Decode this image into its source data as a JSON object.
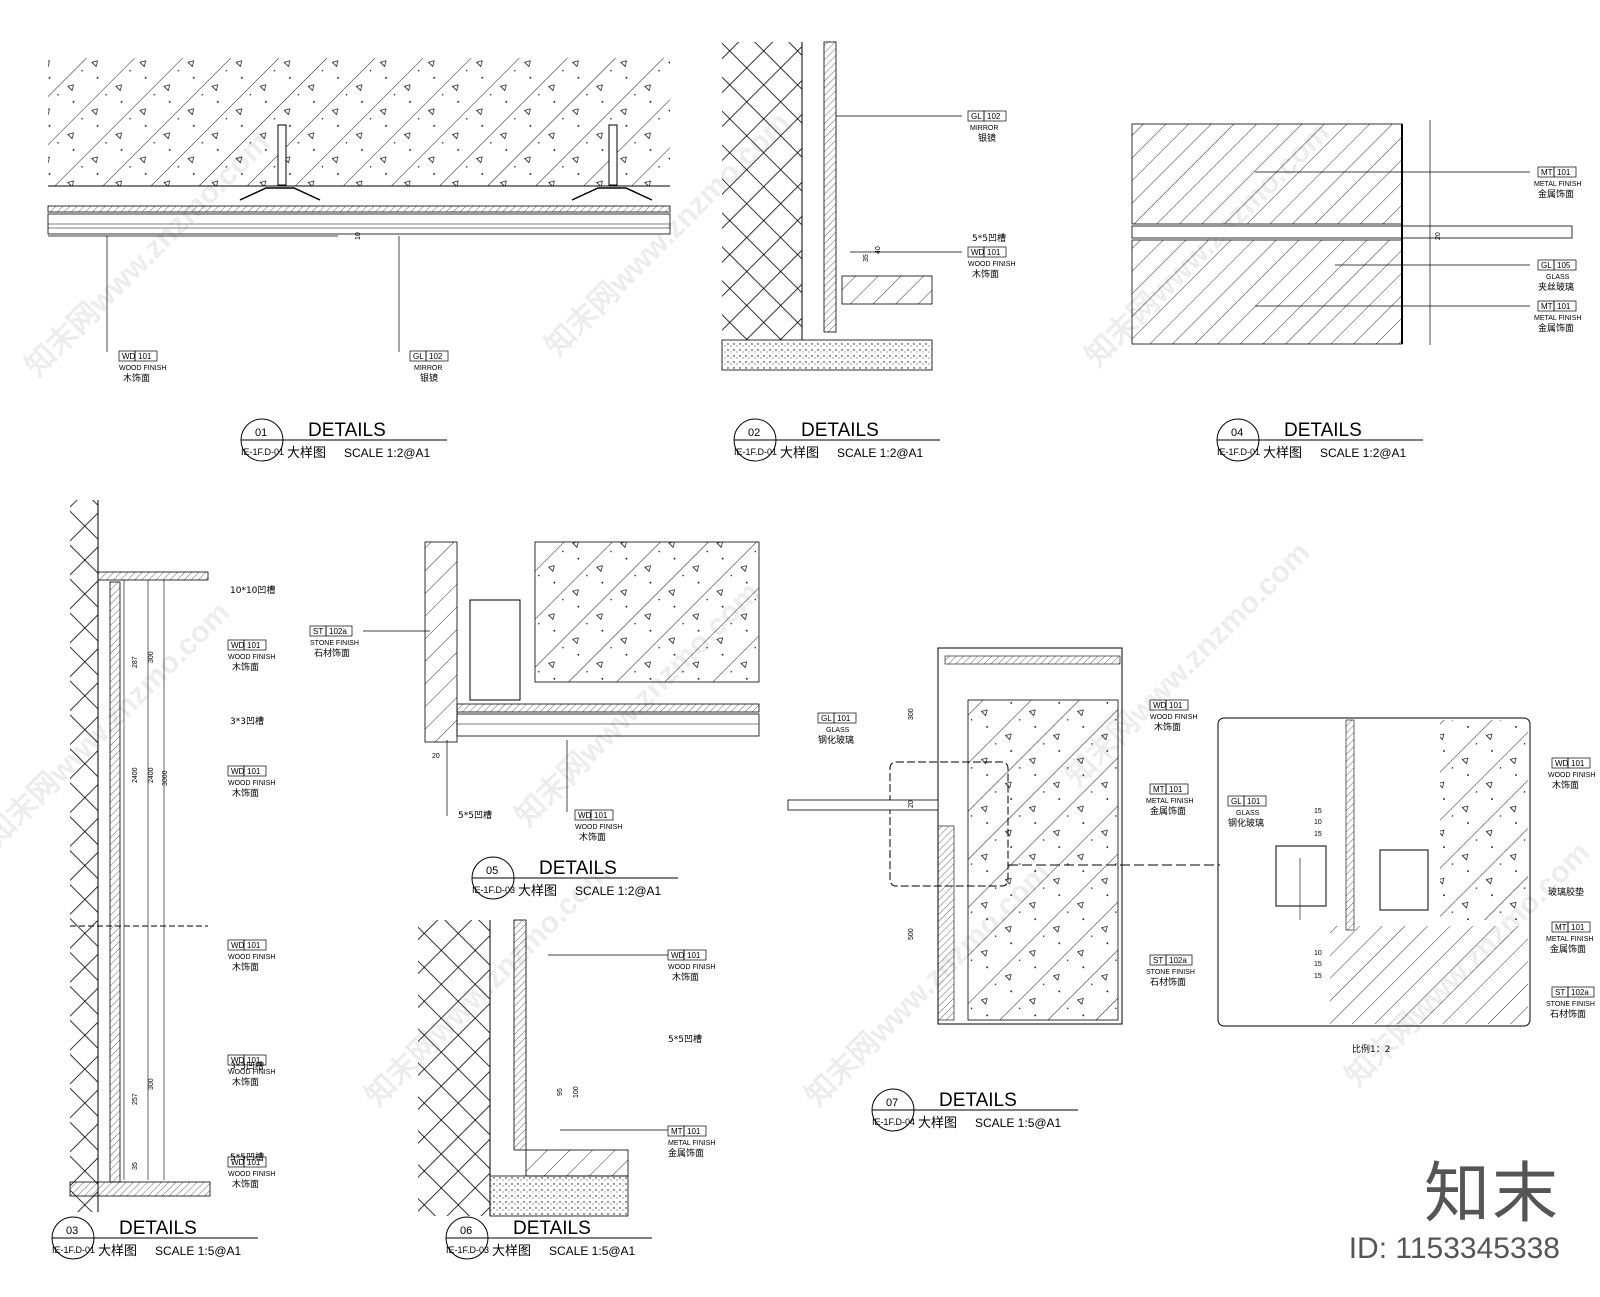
{
  "details": [
    {
      "num": "01",
      "ref": "IE-1F.D-01",
      "title": "DETAILS",
      "sub": "大样图",
      "scale": "SCALE  1:2@A1"
    },
    {
      "num": "02",
      "ref": "IE-1F.D-01",
      "title": "DETAILS",
      "sub": "大样图",
      "scale": "SCALE  1:2@A1"
    },
    {
      "num": "04",
      "ref": "IE-1F.D-01",
      "title": "DETAILS",
      "sub": "大样图",
      "scale": "SCALE  1:2@A1"
    },
    {
      "num": "05",
      "ref": "IE-1F.D-03",
      "title": "DETAILS",
      "sub": "大样图",
      "scale": "SCALE  1:2@A1"
    },
    {
      "num": "07",
      "ref": "IE-1F.D-04",
      "title": "DETAILS",
      "sub": "大样图",
      "scale": "SCALE  1:5@A1"
    },
    {
      "num": "03",
      "ref": "IE-1F.D-01",
      "title": "DETAILS",
      "sub": "大样图",
      "scale": "SCALE  1:5@A1"
    },
    {
      "num": "06",
      "ref": "IE-1F.D-03",
      "title": "DETAILS",
      "sub": "大样图",
      "scale": "SCALE  1:5@A1"
    }
  ],
  "tags": [
    {
      "code": "WD",
      "no": "101",
      "en": "WOOD FINISH",
      "cn": "木饰面"
    },
    {
      "code": "GL",
      "no": "102",
      "en": "MIRROR",
      "cn": "银镜"
    },
    {
      "code": "GL",
      "no": "102",
      "en": "MIRROR",
      "cn": "银镜"
    },
    {
      "code": "WD",
      "no": "101",
      "en": "WOOD FINISH",
      "cn": "木饰面"
    },
    {
      "code": "MT",
      "no": "101",
      "en": "METAL FINISH",
      "cn": "金属饰面"
    },
    {
      "code": "GL",
      "no": "105",
      "en": "GLASS",
      "cn": "夹丝玻璃"
    },
    {
      "code": "MT",
      "no": "101",
      "en": "METAL FINISH",
      "cn": "金属饰面"
    },
    {
      "code": "WD",
      "no": "101",
      "en": "WOOD FINISH",
      "cn": "木饰面"
    },
    {
      "code": "WD",
      "no": "101",
      "en": "WOOD FINISH",
      "cn": "木饰面"
    },
    {
      "code": "WD",
      "no": "101",
      "en": "WOOD FINISH",
      "cn": "木饰面"
    },
    {
      "code": "WD",
      "no": "101",
      "en": "WOOD FINISH",
      "cn": "木饰面"
    },
    {
      "code": "WD",
      "no": "101",
      "en": "WOOD FINISH",
      "cn": "木饰面"
    },
    {
      "code": "ST",
      "no": "102a",
      "en": "STONE FINISH",
      "cn": "石材饰面"
    },
    {
      "code": "WD",
      "no": "101",
      "en": "WOOD FINISH",
      "cn": "木饰面"
    },
    {
      "code": "WD",
      "no": "101",
      "en": "WOOD FINISH",
      "cn": "木饰面"
    },
    {
      "code": "MT",
      "no": "101",
      "en": "METAL FINISH",
      "cn": "金属饰面"
    },
    {
      "code": "GL",
      "no": "101",
      "en": "GLASS",
      "cn": "钢化玻璃"
    },
    {
      "code": "WD",
      "no": "101",
      "en": "WOOD FINISH",
      "cn": "木饰面"
    },
    {
      "code": "MT",
      "no": "101",
      "en": "METAL FINISH",
      "cn": "金属饰面"
    },
    {
      "code": "ST",
      "no": "102a",
      "en": "STONE FINISH",
      "cn": "石材饰面"
    },
    {
      "code": "GL",
      "no": "101",
      "en": "GLASS",
      "cn": "钢化玻璃"
    },
    {
      "code": "WD",
      "no": "101",
      "en": "WOOD FINISH",
      "cn": "木饰面"
    },
    {
      "code": "MT",
      "no": "101",
      "en": "METAL FINISH",
      "cn": "金属饰面"
    },
    {
      "code": "ST",
      "no": "102a",
      "en": "STONE FINISH",
      "cn": "石材饰面"
    }
  ],
  "notes": [
    "5*5凹槽",
    "10*10凹槽",
    "3*3凹槽",
    "3*3凹槽",
    "5*5凹槽",
    "5*5凹槽",
    "5*5凹槽",
    "玻璃胶垫",
    "比例1：2"
  ],
  "dims": [
    "10",
    "35",
    "40",
    "20",
    "287",
    "300",
    "2400",
    "2400",
    "3000",
    "257",
    "300",
    "35",
    "20",
    "95",
    "100",
    "300",
    "500",
    "20",
    "15",
    "10",
    "15",
    "10",
    "15",
    "15"
  ],
  "watermark": "知末网www.znzmo.com",
  "brand": {
    "name": "知末",
    "id": "ID: 1153345338"
  }
}
